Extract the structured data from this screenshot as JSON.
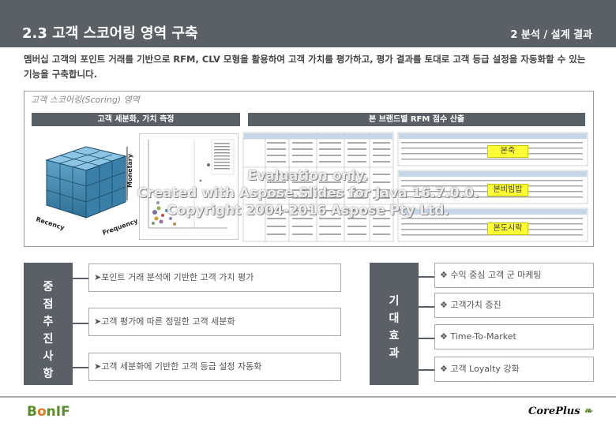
{
  "header": {
    "title": "2.3 고객 스코어링 영역 구축",
    "right": "2 분석 / 설계 결과"
  },
  "description": "멤버십 고객의 포인트 거래를 기반으로 RFM, CLV 모형을 활용하여 고객 가치를 평가하고, 평가 결과를 토대로 고객 등급 설정을 자동화할 수 있는 기능을 구축합니다.",
  "panel": {
    "title": "고객 스코어링(Scoring) 영역",
    "left_bar": "고객 세분화, 가치 측정",
    "right_bar": "본 브랜드별 RFM 점수 산출",
    "cube_labels": {
      "monetary": "Monetary",
      "frequency": "Frequency",
      "recency": "Recency"
    },
    "brand_labels": [
      "본죽",
      "본비빔밥",
      "본도시락"
    ]
  },
  "watermark": [
    "Evaluation only.",
    "Created with Aspose.Slides for Java 16.7.0.0.",
    "Copyright 2004-2016 Aspose Pty Ltd."
  ],
  "focus": {
    "title": "중점추진사항",
    "items": [
      "➤포인트 거래 분석에 기반한 고객 가치 평가",
      "➤고객 평가에 따른 정밀한 고객 세분화",
      "➤고객 세분화에 기반한 고객 등급 설정 자동화"
    ]
  },
  "effects": {
    "title": "기대효과",
    "items": [
      "❖ 수익 중심 고객 군 마케팅",
      "❖ 고객가치 증진",
      "❖ Time-To-Market",
      "❖ 고객 Loyalty 강화"
    ]
  },
  "footer": {
    "logo_left_b": "B",
    "logo_left_o": "o",
    "logo_left_rest": "nIF",
    "logo_right": "CorePlus"
  },
  "colors": {
    "header_bg": "#5b6066",
    "highlight": "#ffff33",
    "logo_green": "#5d8d2e",
    "logo_orange": "#e07b1f"
  }
}
